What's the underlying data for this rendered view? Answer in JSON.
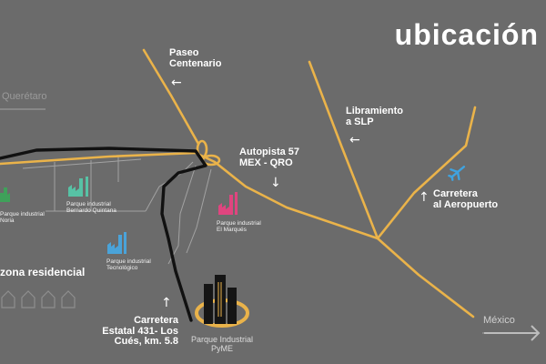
{
  "title": "ubicación",
  "cities": {
    "queretaro": "Querétaro",
    "mexico": "México"
  },
  "roads": {
    "paseo_centenario": "Paseo\nCentenario",
    "libramiento": "Libramiento\na SLP",
    "autopista": "Autopista 57\nMEX - QRO",
    "aeropuerto": "Carretera\nal Aeropuerto",
    "estatal": "Carretera\nEstatal 431- Los\nCués, km. 5.8"
  },
  "parks": {
    "noria": "Parque industrial\nNoria",
    "bernardo": "Parque industrial\nBernardo Quintana",
    "tecnologico": "Parque industrial\nTecnológico",
    "marques": "Parque industrial\nEl Marqués",
    "pyme": "Parque Industrial\nPyME"
  },
  "zona": "zona residencial",
  "colors": {
    "background": "#6b6b6b",
    "road_yellow": "#eab34a",
    "road_black": "#111111",
    "minor_road": "#b5b5b5",
    "park_green": "#3fa15a",
    "park_teal": "#57c2a5",
    "park_blue": "#4aa3d9",
    "park_pink": "#e0457f",
    "airport_blue": "#3fa3e0"
  },
  "icons": {
    "arrow_left": "←",
    "arrow_down": "↓",
    "arrow_up": "↑"
  }
}
